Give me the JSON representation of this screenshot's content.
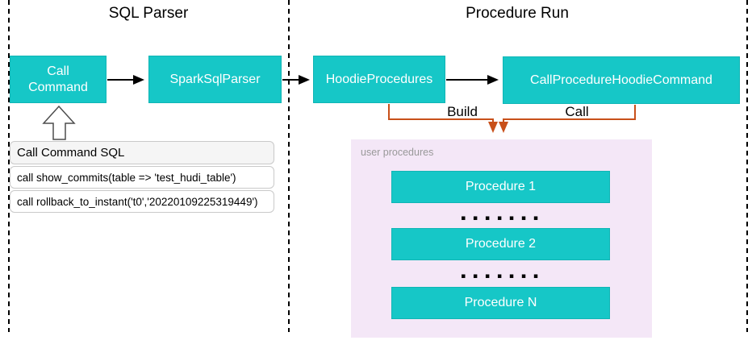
{
  "diagram": {
    "sections": [
      {
        "title": "SQL Parser"
      },
      {
        "title": "Procedure Run"
      }
    ],
    "nodes": {
      "call_command": "Call Command",
      "spark_sql_parser": "SparkSqlParser",
      "hoodie_procedures": "HoodieProcedures",
      "call_procedure_hoodie_command": "CallProcedureHoodieCommand"
    },
    "sql_panel": {
      "title": "Call Command SQL",
      "rows": [
        "call show_commits(table => 'test_hudi_table')",
        "call rollback_to_instant('t0','20220109225319449')"
      ]
    },
    "edge_labels": {
      "build": "Build",
      "call": "Call"
    },
    "user_procedures": {
      "title": "user procedures",
      "items": [
        "Procedure 1",
        "Procedure 2",
        "Procedure N"
      ],
      "dots": "▪ ▪ ▪ ▪ ▪ ▪ ▪"
    },
    "colors": {
      "node_fill": "#16C7C7",
      "node_text": "#FFFFFF",
      "group_fill": "#F4E7F7",
      "group_label_text": "#999999",
      "connector_orange": "#C8501A",
      "connector_black": "#000000",
      "sql_header_bg": "#F5F5F5",
      "sql_border": "#C9C9C9"
    }
  }
}
